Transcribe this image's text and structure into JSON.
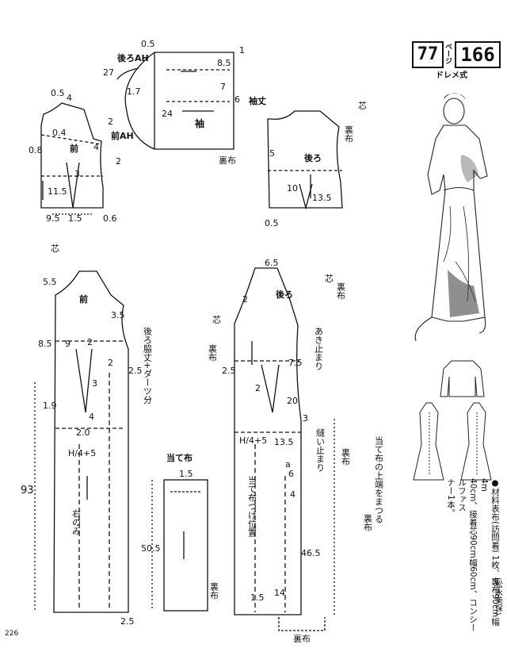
{
  "header": {
    "badge_page_number": "77",
    "badge_page_unit": "ページ",
    "badge_pattern_number": "166",
    "badge_style": "ドレメ式"
  },
  "pattern_labels": {
    "sleeve": "袖",
    "back_ah": "後ろAH",
    "front_ah": "前AH",
    "sleeve_length": "袖丈",
    "front": "前",
    "back": "後ろ",
    "lining": "裏布",
    "interfacing": "芯",
    "facing": "当て布",
    "back_side_seam_dart": "後ろ脇丈+ダーツ分",
    "right_only": "右のみ",
    "opening_end": "あき止まり",
    "stitch_end": "縫い止まり",
    "facing_top_edge": "当て布の上端をまつる",
    "facing_attach_position": "当て布つけ位置",
    "hip_formula": "H/4+5",
    "a_mark": "a"
  },
  "measurements": [
    "0.5",
    "27",
    "1.7",
    "24",
    "8.5",
    "7",
    "6",
    "2",
    "1",
    "4",
    "0.5",
    "0.8",
    "0.4",
    "3",
    "11.5",
    "1.5",
    "9.5",
    "0.6",
    "4",
    "2",
    "5",
    "10",
    "13.5",
    "0.5",
    "5.5",
    "3.5",
    "8.5",
    "9",
    "2",
    "2",
    "3",
    "1.9",
    "4",
    "2.0",
    "2.5",
    "93",
    "1.5",
    "50.5",
    "6.5",
    "2",
    "7.5",
    "2",
    "2.5",
    "20",
    "3",
    "13.5",
    "6",
    "4",
    "46.5",
    "1.5",
    "14",
    "2.5"
  ],
  "materials": {
    "heading": "●材料",
    "line1": "表布(訪問着) 1枚、裏布90cm幅4m",
    "line2": "40cm、接着芯90cm幅60cm、コンシールファス",
    "line3": "ナー1本。"
  },
  "materials_note": "(松永美保)",
  "page_number": "226"
}
